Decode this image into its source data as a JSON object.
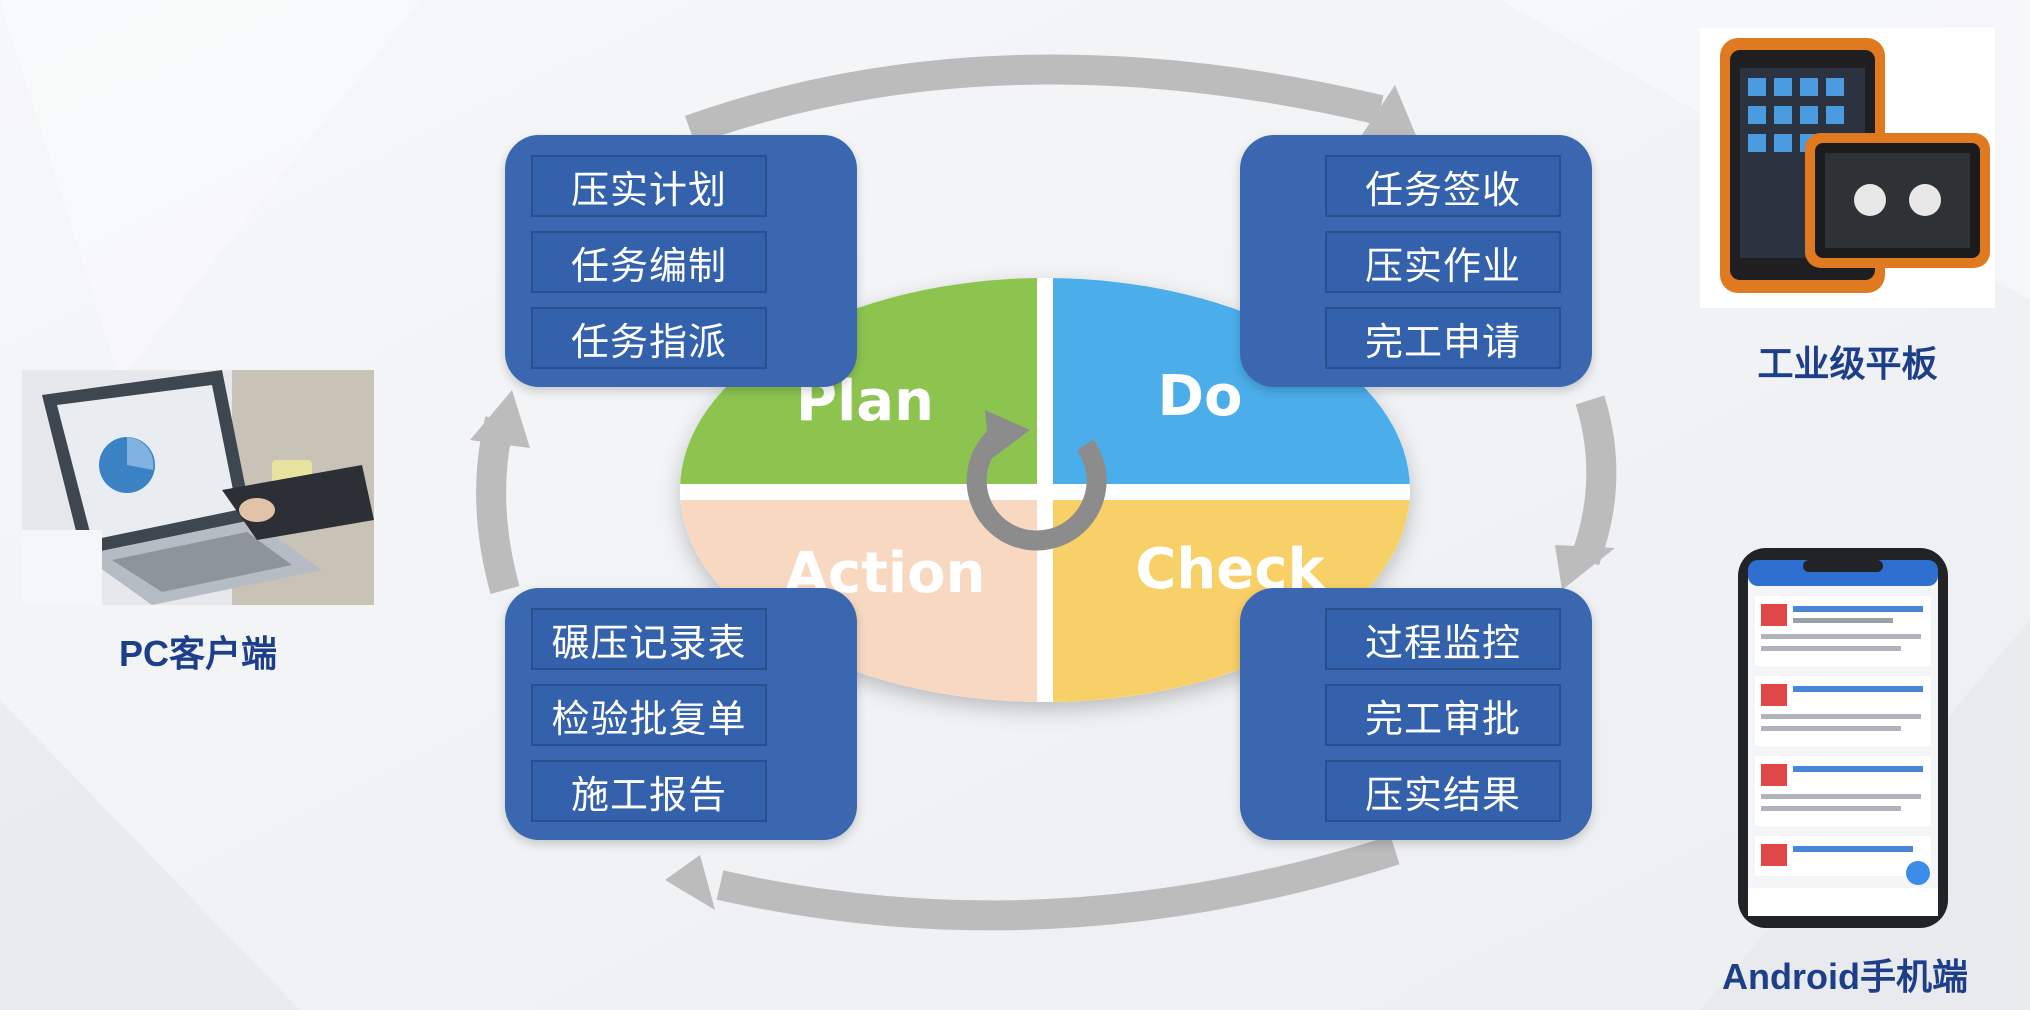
{
  "cycle": {
    "plan": {
      "label": "Plan",
      "color": "#8dc450"
    },
    "do": {
      "label": "Do",
      "color": "#4badea"
    },
    "check": {
      "label": "Check",
      "color": "#f8d068"
    },
    "action": {
      "label": "Action",
      "color": "#f8d8c0"
    }
  },
  "panels": {
    "plan": {
      "items": [
        "压实计划",
        "任务编制",
        "任务指派"
      ]
    },
    "do": {
      "items": [
        "任务签收",
        "压实作业",
        "完工申请"
      ]
    },
    "action": {
      "items": [
        "碾压记录表",
        "检验批复单",
        "施工报告"
      ]
    },
    "check": {
      "items": [
        "过程监控",
        "完工审批",
        "压实结果"
      ]
    }
  },
  "devices": {
    "pc": {
      "label": "PC客户端"
    },
    "tablet": {
      "label": "工业级平板"
    },
    "phone": {
      "label": "Android手机端"
    }
  },
  "colors": {
    "panel": "#3a67b0",
    "item": "#3461ab",
    "arrow": "#bcbcbc",
    "device_label": "#1d3f8a"
  }
}
